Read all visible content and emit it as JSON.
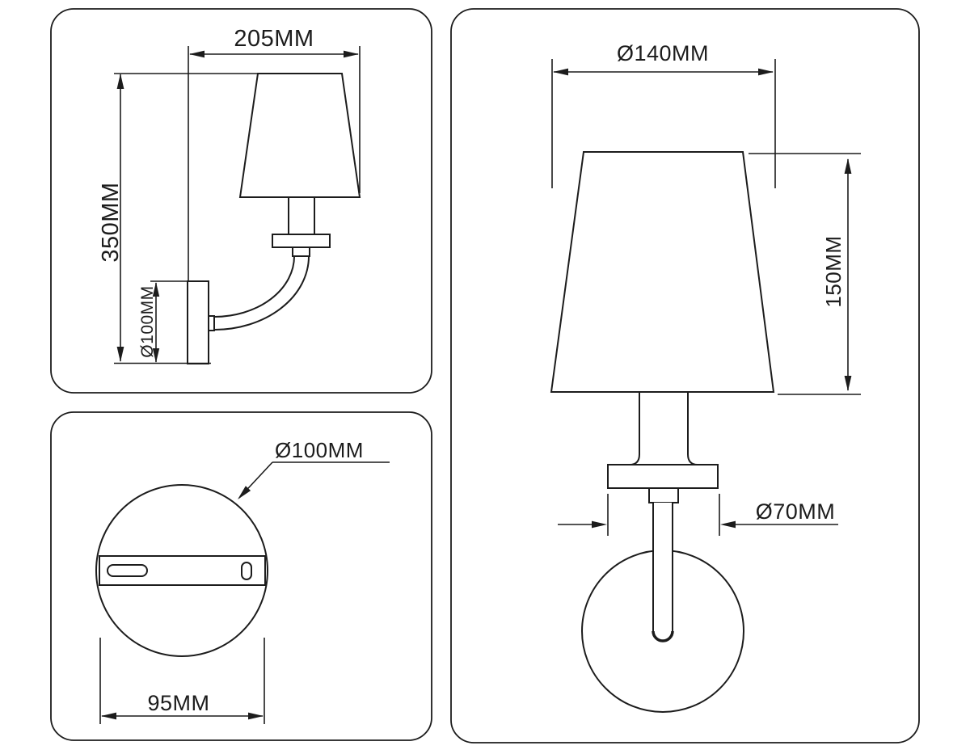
{
  "drawing": {
    "type": "wall-sconce-technical-dimension-drawing",
    "units": "MM",
    "colors": {
      "line": "#1c1c1c",
      "background": "#ffffff"
    },
    "panels": {
      "side_view": {
        "width_label": "205MM",
        "height_label": "350MM",
        "plate_diameter_label": "Ø100MM"
      },
      "back_view": {
        "plate_diameter_label": "Ø100MM",
        "mount_hole_spacing_label": "95MM"
      },
      "front_view": {
        "shade_diameter_label": "Ø140MM",
        "shade_height_label": "150MM",
        "base_diameter_label": "Ø70MM"
      }
    }
  }
}
